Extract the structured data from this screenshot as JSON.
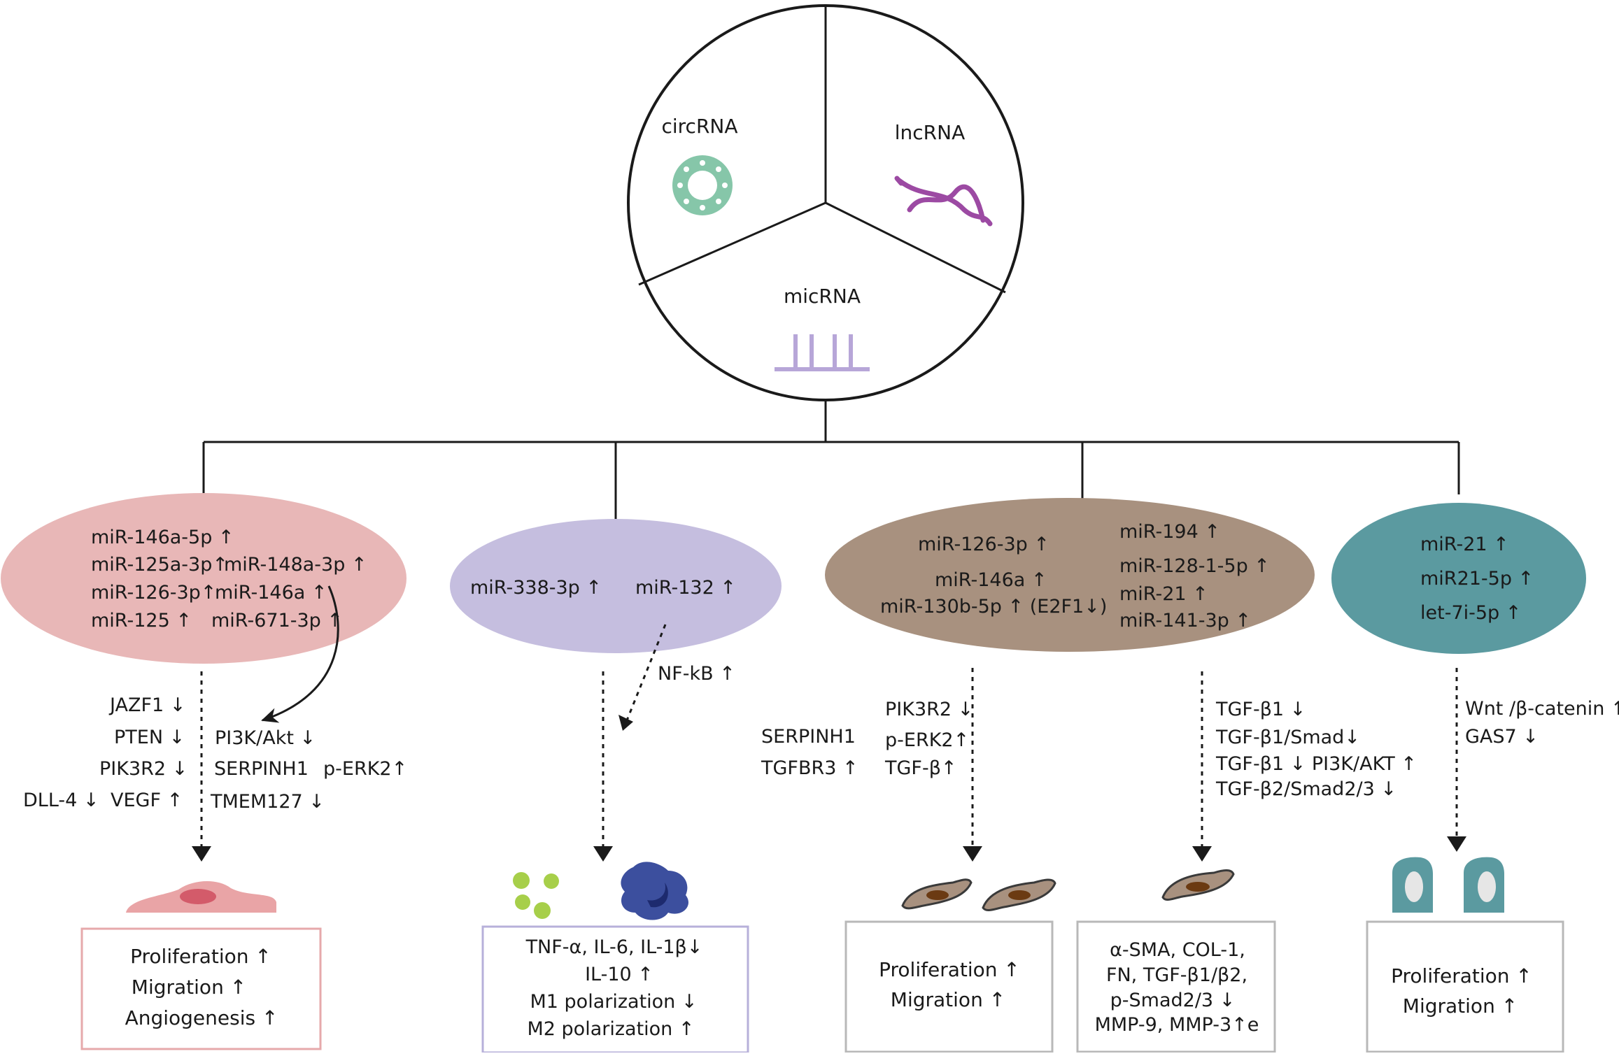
{
  "top_circle": {
    "circrna": "circRNA",
    "lncrna": "lncRNA",
    "micrna": "micRNA"
  },
  "colors": {
    "pink": "#e8b7b7",
    "lavender": "#c5bedf",
    "taupe": "#a8917f",
    "teal": "#5b9aa0",
    "circ_icon": "#86c6a9",
    "lnc_icon": "#9c4aa3",
    "mic_icon": "#b7a6d8",
    "green_dots": "#a7cf4a",
    "macrophage": "#3c4f9e"
  },
  "group1": {
    "mirnas": [
      "miR-146a-5p ↑",
      "miR-125a-3p↑",
      "miR-148a-3p ↑",
      "miR-126-3p↑",
      "miR-146a ↑",
      "miR-125 ↑",
      "miR-671-3p ↑"
    ],
    "targets_left": [
      "JAZF1 ↓",
      "PTEN ↓",
      "PIK3R2 ↓",
      "DLL-4 ↓",
      "VEGF ↑"
    ],
    "targets_right": [
      "PI3K/Akt ↓",
      "SERPINH1",
      "p-ERK2↑",
      "TMEM127 ↓"
    ],
    "outcomes": [
      "Proliferation ↑",
      "Migration ↑",
      "Angiogenesis ↑"
    ]
  },
  "group2": {
    "mirnas": [
      "miR-338-3p ↑",
      "miR-132 ↑"
    ],
    "targets": [
      "NF-kB ↑"
    ],
    "outcomes": [
      "TNF-α, IL-6, IL-1β↓",
      "IL-10 ↑",
      "M1 polarization ↓",
      "M2 polarization ↑"
    ]
  },
  "group3": {
    "mirnas_left": [
      "miR-126-3p ↑",
      "miR-146a ↑",
      "miR-130b-5p ↑ (E2F1↓)"
    ],
    "mirnas_right": [
      "miR-194 ↑",
      "miR-128-1-5p ↑",
      "miR-21 ↑",
      "miR-141-3p ↑"
    ],
    "targets_a_left": [
      "SERPINH1",
      "TGFBR3 ↑"
    ],
    "targets_a_right": [
      "PIK3R2 ↓",
      "p-ERK2↑",
      "TGF-β↑"
    ],
    "targets_b": [
      "TGF-β1 ↓",
      "TGF-β1/Smad↓",
      "TGF-β1 ↓  PI3K/AKT ↑",
      "TGF-β2/Smad2/3 ↓"
    ],
    "outcomes_a": [
      "Proliferation ↑",
      "Migration ↑"
    ],
    "outcomes_b": [
      "α-SMA, COL-1,",
      "FN, TGF-β1/β2,",
      "p-Smad2/3 ↓",
      "MMP-9, MMP-3↑e"
    ]
  },
  "group4": {
    "mirnas": [
      "miR-21 ↑",
      "miR21-5p ↑",
      "let-7i-5p ↑"
    ],
    "targets": [
      "Wnt /β-catenin ↑",
      "GAS7 ↓"
    ],
    "outcomes": [
      "Proliferation ↑",
      "Migration ↑"
    ]
  }
}
